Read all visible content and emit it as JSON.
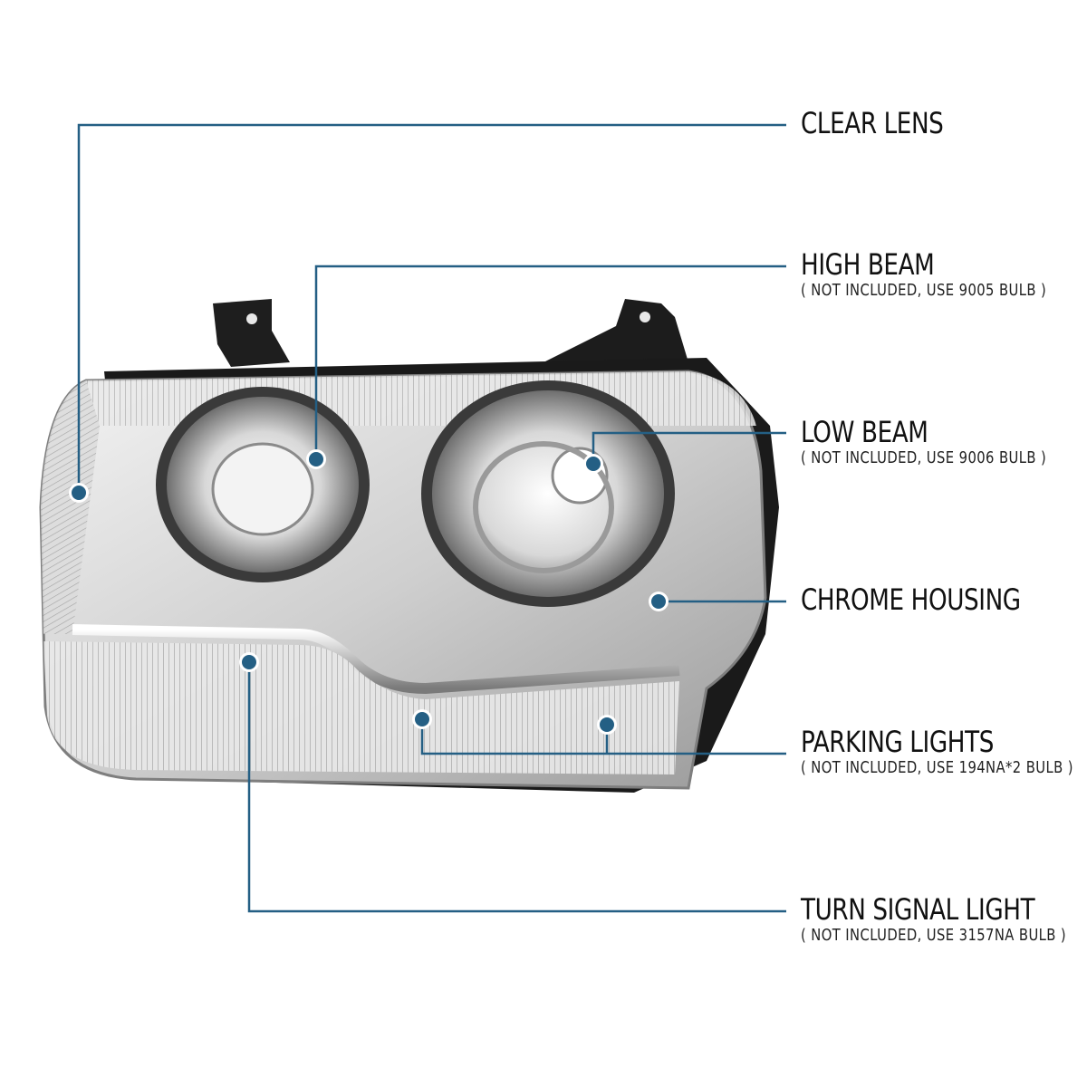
{
  "accent_color": "#245f84",
  "product": "clear-lens-chrome-housing-headlight",
  "callouts": [
    {
      "id": "clear-lens",
      "title": "CLEAR LENS",
      "note": ""
    },
    {
      "id": "high-beam",
      "title": "HIGH BEAM",
      "note": "( NOT INCLUDED, USE  9005  BULB )"
    },
    {
      "id": "low-beam",
      "title": "LOW BEAM",
      "note": "( NOT INCLUDED, USE  9006  BULB )"
    },
    {
      "id": "chrome-housing",
      "title": "CHROME HOUSING",
      "note": ""
    },
    {
      "id": "parking-lights",
      "title": "PARKING LIGHTS",
      "note": "( NOT INCLUDED, USE  194NA*2  BULB )"
    },
    {
      "id": "turn-signal-light",
      "title": "TURN SIGNAL LIGHT",
      "note": "( NOT INCLUDED, USE  3157NA  BULB )"
    }
  ]
}
